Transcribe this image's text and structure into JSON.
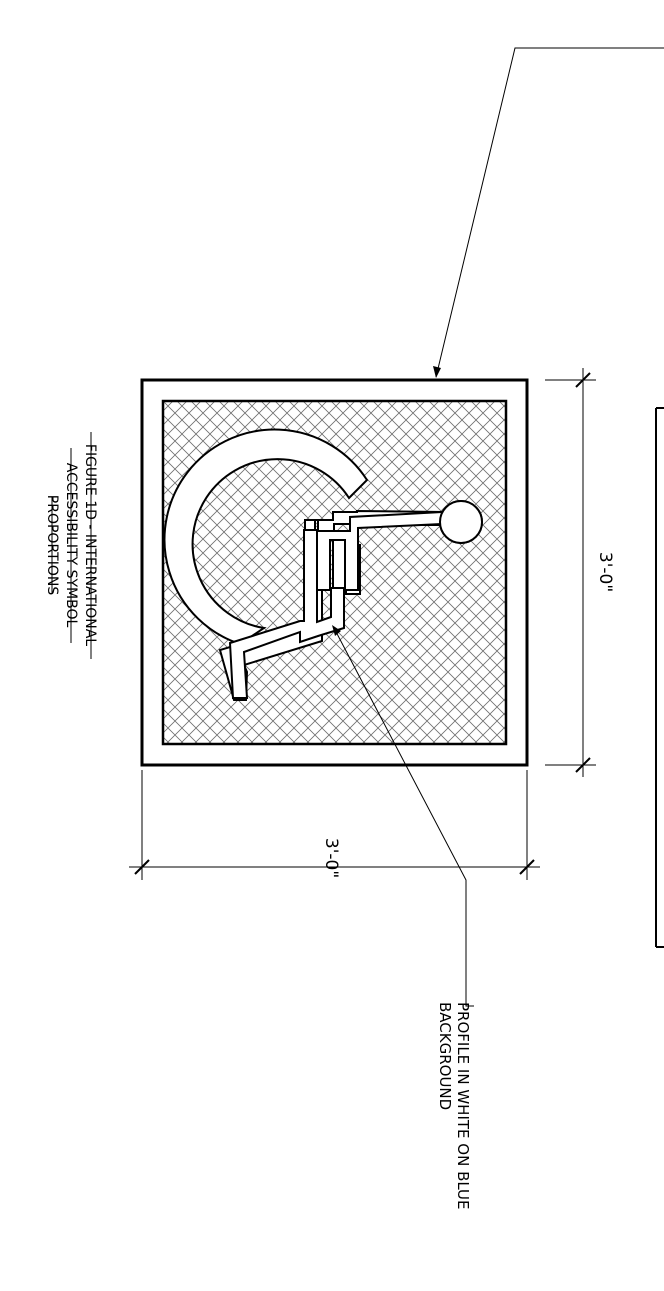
{
  "figure_title": {
    "line1": "FIGURE 1D - INTERNATIONAL",
    "line2": "ACCESSIBILITY SYMBOL",
    "line3": "PROPORTIONS"
  },
  "dimensions": {
    "width": "3'-0\"",
    "height": "3'-0\""
  },
  "notes": {
    "profile_line1": "PROFILE IN WHITE ON BLUE",
    "profile_line2": "BACKGROUND"
  },
  "colors": {
    "line": "#000000",
    "hatch": "#6f6f6f",
    "background": "#ffffff"
  }
}
